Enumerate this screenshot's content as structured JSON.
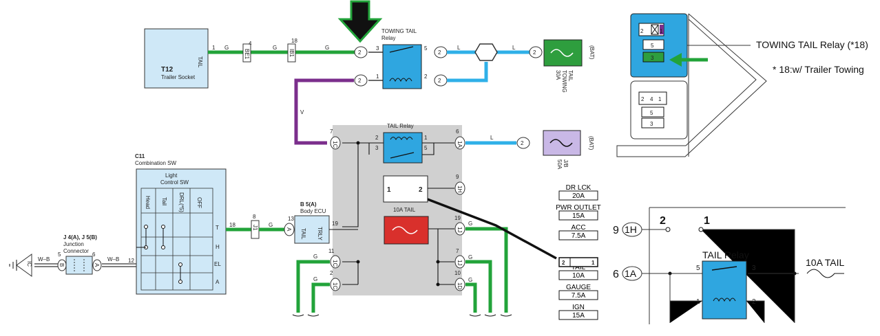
{
  "colors": {
    "green": "#22a33a",
    "blue": "#2fb0e8",
    "purple": "#7b2e8c",
    "gray_panel": "#d0d0d0",
    "relay_fill": "#2fa6e0",
    "fuse_red": "#d9302c",
    "fuse_green": "#2e9e3e",
    "fuse_lavender": "#c9b8e6",
    "box_fill": "#cfe8f7"
  },
  "labels": {
    "trailer_socket_code": "T12",
    "trailer_socket_name": "Trailer Socket",
    "trailer_socket_pin": "TAIL",
    "pin_1": "1",
    "wire_g": "G",
    "wire_l": "L",
    "wire_v": "V",
    "wire_wb": "W–B",
    "conn_4": "4",
    "conn_be1": "BE1",
    "conn_18": "18",
    "conn_ib1": "IB1",
    "towing_relay_title_1": "TOWING TAIL",
    "towing_relay_title_2": "Relay",
    "num_2": "2",
    "num_3": "3",
    "num_5": "5",
    "num_1": "1",
    "fuse_30a_1": "30A",
    "fuse_30a_2": "TOWING",
    "fuse_30a_3": "TAIL",
    "bat": "(BAT)",
    "tail_relay": "TAIL Relay",
    "num_7": "7",
    "num_6": "6",
    "num_9": "9",
    "num_11": "11",
    "num_19": "19",
    "num_10": "10",
    "conn_1c": "1C",
    "conn_1a": "1A",
    "conn_1h": "1H",
    "conn_1j": "1J",
    "conn_1d": "1D",
    "fuse_50a_1": "50A",
    "fuse_50a_2": "J/B",
    "fuse_10a_tail": "10A TAIL",
    "c11_code": "C11",
    "c11_name": "Combination SW",
    "light_sw_1": "Light",
    "light_sw_2": "Control SW",
    "col_head": "Head",
    "col_tail": "Tail",
    "col_drl": "DRL(*5)",
    "col_off": "OFF",
    "row_t": "T",
    "row_h": "H",
    "row_el": "EL",
    "row_a": "A",
    "num_8": "8",
    "num_13": "13",
    "conn_j1": "J1",
    "conn_a": "A",
    "b5_code": "B 5(A)",
    "b5_name": "Body ECU",
    "ecu_tail": "TAIL",
    "ecu_trly": "TRLY",
    "junction_code": "J 4(A), J 5(B)",
    "junction_name_1": "Junction",
    "junction_name_2": "Connector",
    "conn_b": "B",
    "conn_ic": "IC",
    "num_12": "12",
    "fuse_list": [
      {
        "name": "DR LCK",
        "value": "20A"
      },
      {
        "name": "PWR OUTLET",
        "value": "15A"
      },
      {
        "name": "ACC",
        "value": "7.5A"
      },
      {
        "name": "TAIL",
        "value": "10A"
      },
      {
        "name": "GAUGE",
        "value": "7.5A"
      },
      {
        "name": "IGN",
        "value": "15A"
      }
    ],
    "relay_slot_left": "2",
    "relay_slot_right": "1",
    "callout_relay": "TOWING TAIL Relay (*18)",
    "callout_note": "* 18:w/ Trailer Towing",
    "inset_tail_relay": "TAIL Relay",
    "inset_10a_tail": "10A TAIL",
    "inset_9": "9",
    "inset_6": "6",
    "inset_1h": "1H",
    "inset_1a": "1A",
    "cb_2": "2",
    "cb_4": "4",
    "cb_1": "1",
    "cb_5": "5",
    "cb_3": "3"
  }
}
